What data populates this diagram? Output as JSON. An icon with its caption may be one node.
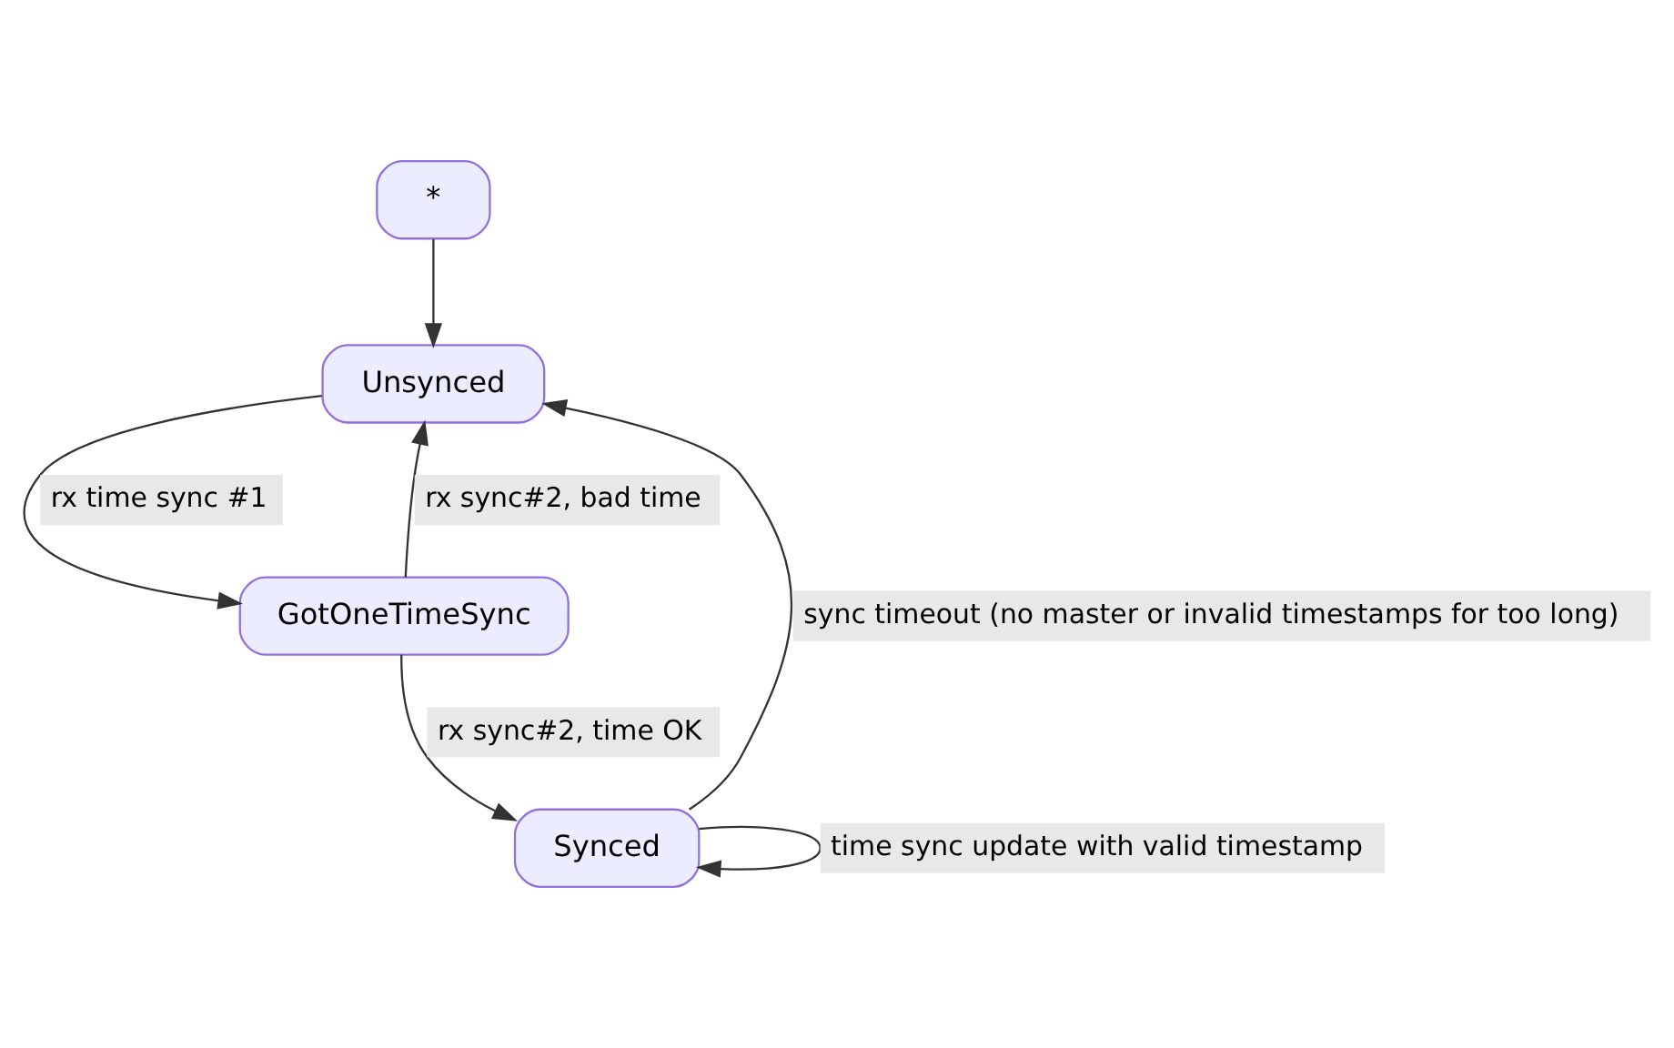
{
  "diagram": {
    "nodes": [
      {
        "text": [
          "*"
        ]
      },
      {
        "text": [
          "Unsynced"
        ]
      },
      {
        "text": [
          "GotOneTimeSync"
        ]
      },
      {
        "text": [
          "Synced"
        ]
      }
    ],
    "edges": [
      {
        "from": 0,
        "to": 1,
        "arrow": "to"
      },
      {
        "from": 1,
        "to": 2,
        "arrow": "to",
        "label": "rx time sync #1"
      },
      {
        "from": 2,
        "to": 1,
        "arrow": "to",
        "label": "rx sync#2, bad time"
      },
      {
        "from": 2,
        "to": 3,
        "arrow": "to",
        "label": "rx sync#2, time OK"
      },
      {
        "from": 3,
        "to": 1,
        "arrow": "to",
        "label": "sync timeout (no master or invalid timestamps for too long)"
      },
      {
        "from": 3,
        "to": 3,
        "arrow": "to",
        "label": "time sync update with valid timestamp"
      }
    ]
  }
}
